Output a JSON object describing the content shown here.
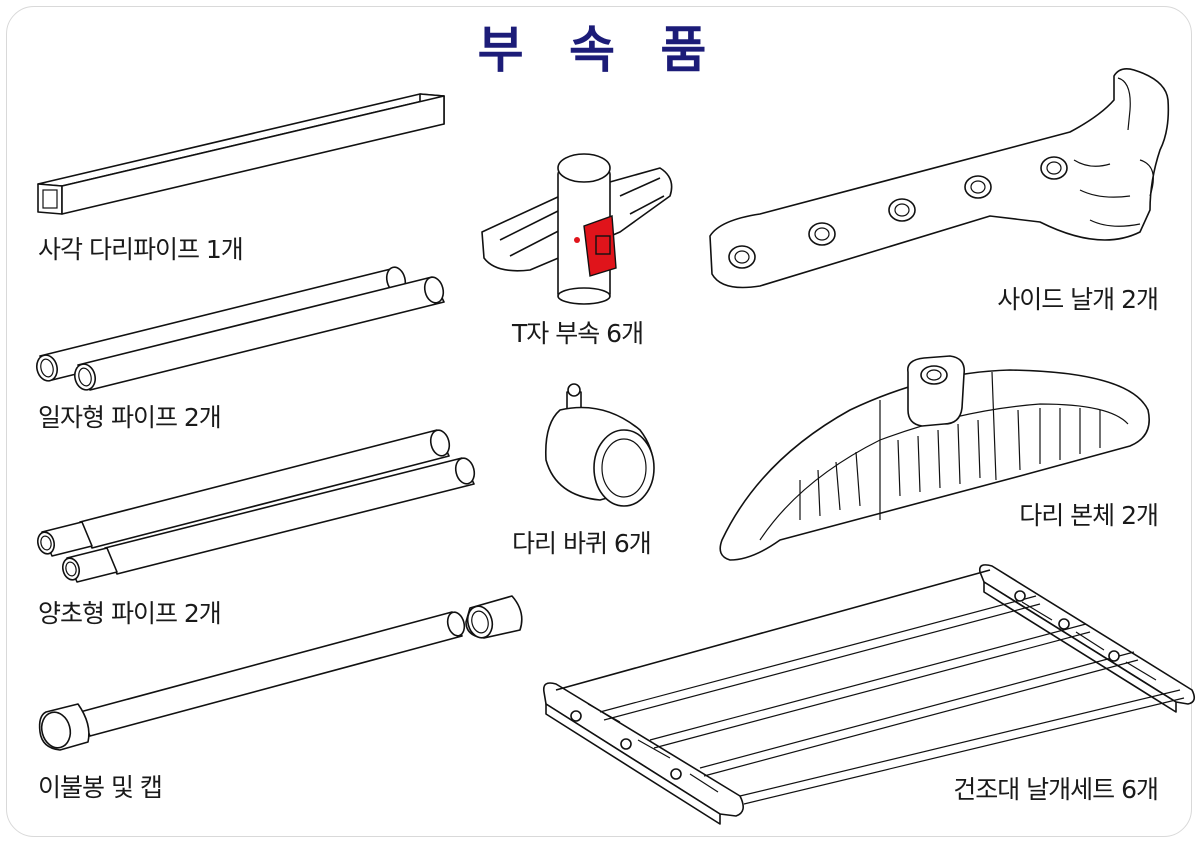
{
  "title": "부 속 품",
  "accent_color": "#1c1c78",
  "highlight_color": "#e0141b",
  "parts": [
    {
      "label": "사각 다리파이프 1개"
    },
    {
      "label": "일자형 파이프 2개"
    },
    {
      "label": "양초형 파이프 2개"
    },
    {
      "label": "이불봉 및 캡"
    },
    {
      "label": "T자 부속 6개"
    },
    {
      "label": "다리 바퀴 6개"
    },
    {
      "label": "사이드 날개 2개"
    },
    {
      "label": "다리 본체 2개"
    },
    {
      "label": "건조대 날개세트 6개"
    }
  ]
}
